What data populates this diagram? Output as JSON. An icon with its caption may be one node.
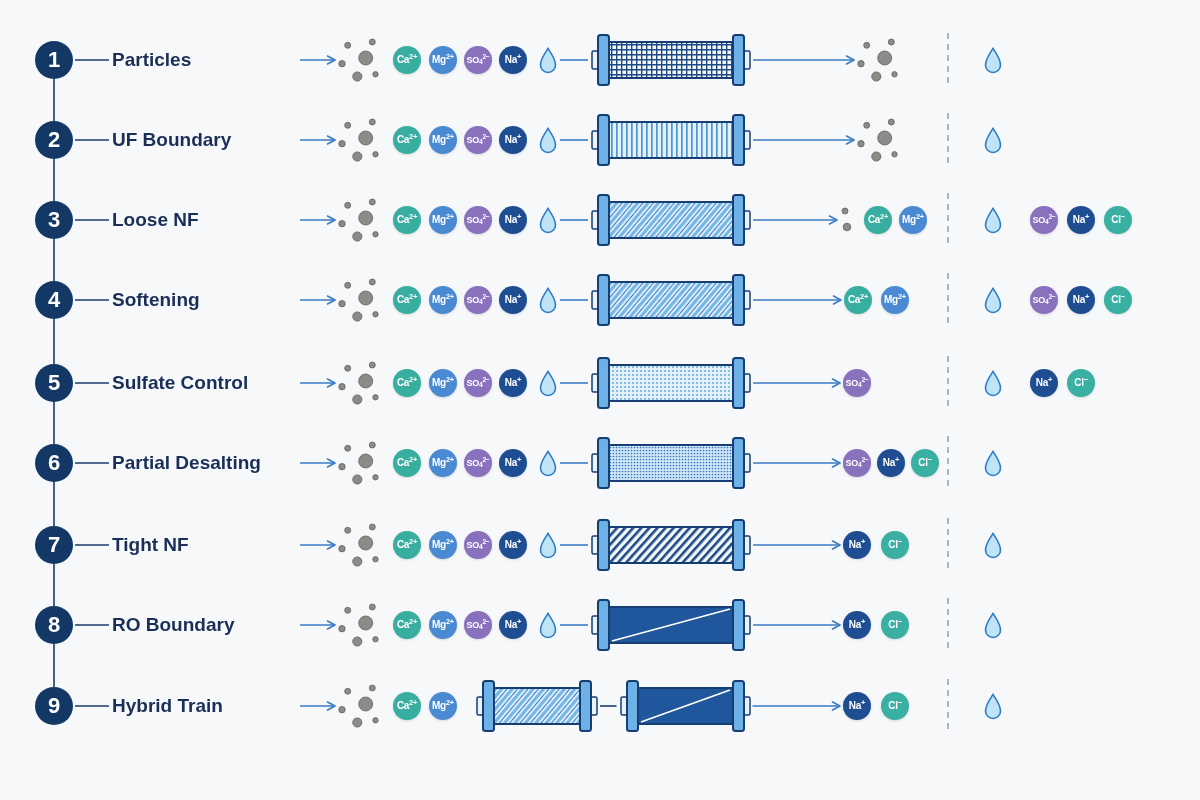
{
  "diagram": {
    "nodes": [
      {
        "text": [
          "1"
        ]
      },
      {
        "text": [
          "Particles"
        ]
      },
      {
        "text": [],
        "shape": "picture"
      },
      {
        "text": [
          "Ca$^{2+}$"
        ]
      },
      {
        "text": [
          "Mg$^{2+}$"
        ]
      },
      {
        "text": [
          "SO$_{4}$$^{2−}$"
        ]
      },
      {
        "text": [
          "Na$^{+}$"
        ]
      },
      {
        "text": [],
        "shape": "drop"
      },
      {
        "text": [],
        "shape": "cylinder"
      },
      {
        "text": [],
        "shape": "picture"
      },
      {
        "text": [],
        "shape": "drop"
      },
      {
        "text": [
          "2"
        ]
      },
      {
        "text": [
          "UF Boundary"
        ]
      },
      {
        "text": [],
        "shape": "picture"
      },
      {
        "text": [
          "Ca$^{2+}$"
        ]
      },
      {
        "text": [
          "Mg$^{2+}$"
        ]
      },
      {
        "text": [
          "SO$_{4}$$^{2−}$"
        ]
      },
      {
        "text": [
          "Na$^{+}$"
        ]
      },
      {
        "text": [],
        "shape": "drop"
      },
      {
        "text": [],
        "shape": "cylinder"
      },
      {
        "text": [],
        "shape": "picture"
      },
      {
        "text": [],
        "shape": "drop"
      },
      {
        "text": [
          "3"
        ]
      },
      {
        "text": [
          "Loose NF"
        ]
      },
      {
        "text": [],
        "shape": "picture"
      },
      {
        "text": [
          "Ca$^{2+}$"
        ]
      },
      {
        "text": [
          "Mg$^{2+}$"
        ]
      },
      {
        "text": [
          "SO$_{4}$$^{2−}$"
        ]
      },
      {
        "text": [
          "Na$^{+}$"
        ]
      },
      {
        "text": [],
        "shape": "drop"
      },
      {
        "text": [],
        "shape": "cylinder"
      },
      {
        "text": [],
        "shape": "picture"
      },
      {
        "text": [
          "Ca$^{2+}$"
        ]
      },
      {
        "text": [
          "Mg$^{2+}$"
        ]
      },
      {
        "text": [],
        "shape": "drop"
      },
      {
        "text": [
          "SO$_{4}$$^{2−}$"
        ]
      },
      {
        "text": [
          "Na$^{+}$"
        ]
      },
      {
        "text": [
          "Cl$^{−}$"
        ]
      },
      {
        "text": [
          "4"
        ]
      },
      {
        "text": [
          "Softening"
        ]
      },
      {
        "text": [],
        "shape": "picture"
      },
      {
        "text": [
          "Ca$^{2+}$"
        ]
      },
      {
        "text": [
          "Mg$^{2+}$"
        ]
      },
      {
        "text": [
          "SO$_{4}$$^{2−}$"
        ]
      },
      {
        "text": [
          "Na$^{+}$"
        ]
      },
      {
        "text": [],
        "shape": "drop"
      },
      {
        "text": [],
        "shape": "cylinder"
      },
      {
        "text": [
          "Ca$^{2+}$"
        ]
      },
      {
        "text": [
          "Mg$^{2+}$"
        ]
      },
      {
        "text": [],
        "shape": "drop"
      },
      {
        "text": [
          "SO$_{4}$$^{2−}$"
        ]
      },
      {
        "text": [
          "Na$^{+}$"
        ]
      },
      {
        "text": [
          "Cl$^{−}$"
        ]
      },
      {
        "text": [
          "5"
        ]
      },
      {
        "text": [
          "Sulfate Control"
        ]
      },
      {
        "text": [],
        "shape": "picture"
      },
      {
        "text": [
          "Ca$^{2+}$"
        ]
      },
      {
        "text": [
          "Mg$^{2+}$"
        ]
      },
      {
        "text": [
          "SO$_{4}$$^{2−}$"
        ]
      },
      {
        "text": [
          "Na$^{+}$"
        ]
      },
      {
        "text": [],
        "shape": "drop"
      },
      {
        "text": [],
        "shape": "cylinder"
      },
      {
        "text": [
          "SO$_{4}$$^{2−}$"
        ]
      },
      {
        "text": [],
        "shape": "drop"
      },
      {
        "text": [
          "Na$^{+}$"
        ]
      },
      {
        "text": [
          "Cl$^{−}$"
        ]
      },
      {
        "text": [
          "6"
        ]
      },
      {
        "text": [
          "Partial Desalting"
        ]
      },
      {
        "text": [],
        "shape": "picture"
      },
      {
        "text": [
          "Ca$^{2+}$"
        ]
      },
      {
        "text": [
          "Mg$^{2+}$"
        ]
      },
      {
        "text": [
          "SO$_{4}$$^{2−}$"
        ]
      },
      {
        "text": [
          "Na$^{+}$"
        ]
      },
      {
        "text": [],
        "shape": "drop"
      },
      {
        "text": [],
        "shape": "cylinder"
      },
      {
        "text": [
          "SO$_{4}$$^{2−}$"
        ]
      },
      {
        "text": [
          "Na$^{+}$"
        ]
      },
      {
        "text": [
          "Cl$^{−}$"
        ]
      },
      {
        "text": [],
        "shape": "drop"
      },
      {
        "text": [
          "7"
        ]
      },
      {
        "text": [
          "Tight NF"
        ]
      },
      {
        "text": [],
        "shape": "picture"
      },
      {
        "text": [
          "Ca$^{2+}$"
        ]
      },
      {
        "text": [
          "Mg$^{2+}$"
        ]
      },
      {
        "text": [
          "SO$_{4}$$^{2−}$"
        ]
      },
      {
        "text": [
          "Na$^{+}$"
        ]
      },
      {
        "text": [],
        "shape": "drop"
      },
      {
        "text": [],
        "shape": "cylinder"
      },
      {
        "text": [
          "Na$^{+}$"
        ]
      },
      {
        "text": [
          "Cl$^{−}$"
        ]
      },
      {
        "text": [],
        "shape": "drop"
      },
      {
        "text": [
          "8"
        ]
      },
      {
        "text": [
          "RO Boundary"
        ]
      },
      {
        "text": [],
        "shape": "picture"
      },
      {
        "text": [
          "Ca$^{2+}$"
        ]
      },
      {
        "text": [
          "Mg$^{2+}$"
        ]
      },
      {
        "text": [
          "SO$_{4}$$^{2−}$"
        ]
      },
      {
        "text": [
          "Na$^{+}$"
        ]
      },
      {
        "text": [],
        "shape": "drop"
      },
      {
        "text": [],
        "shape": "cylinder"
      },
      {
        "text": [
          "Na$^{+}$"
        ]
      },
      {
        "text": [
          "Cl$^{−}$"
        ]
      },
      {
        "text": [],
        "shape": "drop"
      },
      {
        "text": [
          "9"
        ]
      },
      {
        "text": [
          "Hybrid Train"
        ]
      },
      {
        "text": [],
        "shape": "picture"
      },
      {
        "text": [
          "Ca$^{2+}$"
        ]
      },
      {
        "text": [
          "Mg$^{2+}$"
        ]
      },
      {
        "text": [],
        "shape": "cylinder"
      },
      {
        "text": [],
        "shape": "cylinder"
      },
      {
        "text": [
          "Na$^{+}$"
        ]
      },
      {
        "text": [
          "Cl$^{−}$"
        ]
      },
      {
        "text": [],
        "shape": "drop"
      }
    ],
    "edges": [
      {
        "from": 0,
        "to": 11,
        "arrow": "none",
        "color": "#1b3c6e"
      },
      {
        "from": 11,
        "to": 22,
        "arrow": "none",
        "color": "#1b3c6e"
      },
      {
        "from": 22,
        "to": 38,
        "arrow": "none",
        "color": "#1b3c6e"
      },
      {
        "from": 38,
        "to": 53,
        "arrow": "none",
        "color": "#1b3c6e"
      },
      {
        "from": 53,
        "to": 66,
        "arrow": "none",
        "color": "#1b3c6e"
      },
      {
        "from": 66,
        "to": 79,
        "arrow": "none",
        "color": "#1b3c6e"
      },
      {
        "from": 79,
        "to": 91,
        "arrow": "none",
        "color": "#1b3c6e"
      },
      {
        "from": 91,
        "to": 103,
        "arrow": "none",
        "color": "#1b3c6e"
      },
      {
        "from": 0,
        "to": 1,
        "arrow": "none",
        "color": "#1b3c6e"
      },
      {
        "from": 11,
        "to": 12,
        "arrow": "none",
        "color": "#1b3c6e"
      },
      {
        "from": 22,
        "to": 23,
        "arrow": "none",
        "color": "#1b3c6e"
      },
      {
        "from": 38,
        "to": 39,
        "arrow": "none",
        "color": "#1b3c6e"
      },
      {
        "from": 53,
        "to": 54,
        "arrow": "none",
        "color": "#1b3c6e"
      },
      {
        "from": 66,
        "to": 67,
        "arrow": "none",
        "color": "#1b3c6e"
      },
      {
        "from": 79,
        "to": 80,
        "arrow": "none",
        "color": "#1b3c6e"
      },
      {
        "from": 91,
        "to": 92,
        "arrow": "none",
        "color": "#1b3c6e"
      },
      {
        "from": 103,
        "to": 104,
        "arrow": "none",
        "color": "#1b3c6e"
      },
      {
        "from": null,
        "to": 2,
        "arrow": "to"
      },
      {
        "from": null,
        "to": 13,
        "arrow": "to"
      },
      {
        "from": null,
        "to": 24,
        "arrow": "to"
      },
      {
        "from": null,
        "to": 40,
        "arrow": "to"
      },
      {
        "from": null,
        "to": 55,
        "arrow": "to"
      },
      {
        "from": null,
        "to": 68,
        "arrow": "to"
      },
      {
        "from": null,
        "to": 81,
        "arrow": "to"
      },
      {
        "from": null,
        "to": 93,
        "arrow": "to"
      },
      {
        "from": null,
        "to": 105,
        "arrow": "to"
      },
      {
        "from": 7,
        "to": 8,
        "arrow": "none"
      },
      {
        "from": 18,
        "to": 19,
        "arrow": "none"
      },
      {
        "from": 29,
        "to": 30,
        "arrow": "none"
      },
      {
        "from": 45,
        "to": 46,
        "arrow": "none"
      },
      {
        "from": 60,
        "to": 61,
        "arrow": "none"
      },
      {
        "from": 73,
        "to": 74,
        "arrow": "none"
      },
      {
        "from": 86,
        "to": 87,
        "arrow": "none"
      },
      {
        "from": 98,
        "to": 99,
        "arrow": "none"
      },
      {
        "from": 108,
        "to": 109,
        "arrow": "none",
        "color": "#1b3c6e"
      },
      {
        "from": 8,
        "to": 9,
        "arrow": "to"
      },
      {
        "from": 19,
        "to": 20,
        "arrow": "to"
      },
      {
        "from": 30,
        "to": 31,
        "arrow": "to"
      },
      {
        "from": 46,
        "to": 47,
        "arrow": "to"
      },
      {
        "from": 61,
        "to": 62,
        "arrow": "to"
      },
      {
        "from": 74,
        "to": 75,
        "arrow": "to"
      },
      {
        "from": 87,
        "to": 88,
        "arrow": "to"
      },
      {
        "from": 99,
        "to": 100,
        "arrow": "to"
      },
      {
        "from": 109,
        "to": 110,
        "arrow": "to"
      }
    ]
  }
}
